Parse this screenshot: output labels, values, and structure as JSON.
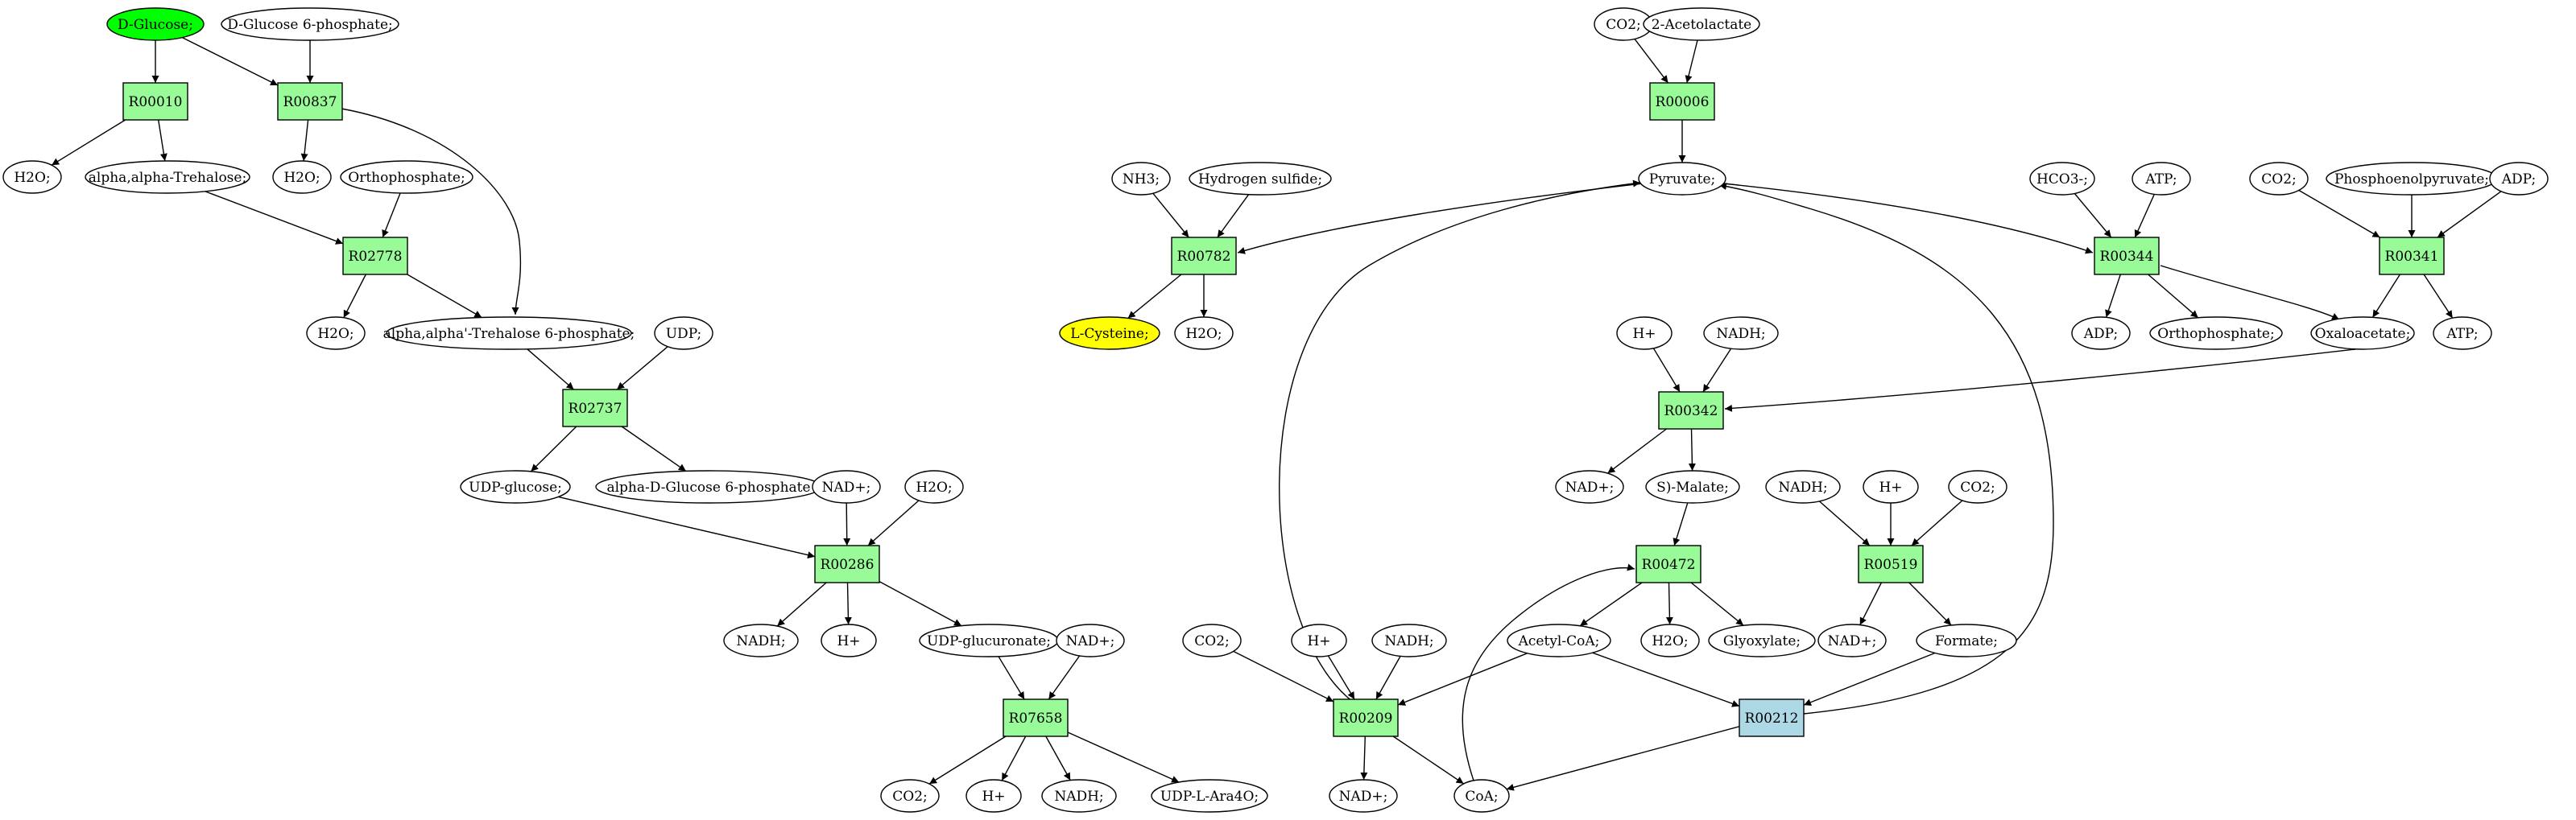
{
  "colors": {
    "reaction": "#98fb98",
    "reaction_highlight": "#add8e6",
    "compound": "#ffffff",
    "source_compound": "#00ff00",
    "target_compound": "#ffff00",
    "stroke": "#000000"
  },
  "nodes": [
    {
      "id": "n_dglucose",
      "label": "D-Glucose;",
      "kind": "compound",
      "color": "#00ff00"
    },
    {
      "id": "n_dg6p",
      "label": "D-Glucose 6-phosphate;",
      "kind": "compound"
    },
    {
      "id": "R00010",
      "label": "R00010",
      "kind": "reaction"
    },
    {
      "id": "R00837",
      "label": "R00837",
      "kind": "reaction"
    },
    {
      "id": "n_h2o_1",
      "label": "H2O;",
      "kind": "compound"
    },
    {
      "id": "n_trehalose",
      "label": "alpha,alpha-Trehalose;",
      "kind": "compound"
    },
    {
      "id": "n_h2o_2",
      "label": "H2O;",
      "kind": "compound"
    },
    {
      "id": "n_ortho_1",
      "label": "Orthophosphate;",
      "kind": "compound"
    },
    {
      "id": "R02778",
      "label": "R02778",
      "kind": "reaction"
    },
    {
      "id": "n_h2o_3",
      "label": "H2O;",
      "kind": "compound"
    },
    {
      "id": "n_t6p",
      "label": "alpha,alpha'-Trehalose 6-phosphate;",
      "kind": "compound"
    },
    {
      "id": "n_udp",
      "label": "UDP;",
      "kind": "compound"
    },
    {
      "id": "R02737",
      "label": "R02737",
      "kind": "reaction"
    },
    {
      "id": "n_udpglc",
      "label": "UDP-glucose;",
      "kind": "compound"
    },
    {
      "id": "n_adg6p",
      "label": "alpha-D-Glucose 6-phosphate",
      "kind": "compound"
    },
    {
      "id": "n_nadp_1",
      "label": "NAD+;",
      "kind": "compound"
    },
    {
      "id": "n_h2o_4",
      "label": "H2O;",
      "kind": "compound"
    },
    {
      "id": "R00286",
      "label": "R00286",
      "kind": "reaction"
    },
    {
      "id": "n_nadh_1",
      "label": "NADH;",
      "kind": "compound"
    },
    {
      "id": "n_hplus_1",
      "label": "H+",
      "kind": "compound"
    },
    {
      "id": "n_udpglcA",
      "label": "UDP-glucuronate;",
      "kind": "compound"
    },
    {
      "id": "n_nadp_2",
      "label": "NAD+;",
      "kind": "compound"
    },
    {
      "id": "R07658",
      "label": "R07658",
      "kind": "reaction"
    },
    {
      "id": "n_co2_1",
      "label": "CO2;",
      "kind": "compound"
    },
    {
      "id": "n_hplus_2",
      "label": "H+",
      "kind": "compound"
    },
    {
      "id": "n_nadh_2",
      "label": "NADH;",
      "kind": "compound"
    },
    {
      "id": "n_udpara",
      "label": "UDP-L-Ara4O;",
      "kind": "compound"
    },
    {
      "id": "n_co2_2",
      "label": "CO2;",
      "kind": "compound"
    },
    {
      "id": "n_acetolactate",
      "label": "2-Acetolactate",
      "kind": "compound"
    },
    {
      "id": "R00006",
      "label": "R00006",
      "kind": "reaction"
    },
    {
      "id": "n_pyruvate",
      "label": "Pyruvate;",
      "kind": "compound"
    },
    {
      "id": "n_nh3",
      "label": "NH3;",
      "kind": "compound"
    },
    {
      "id": "n_h2s",
      "label": "Hydrogen sulfide;",
      "kind": "compound"
    },
    {
      "id": "R00782",
      "label": "R00782",
      "kind": "reaction"
    },
    {
      "id": "n_lcys",
      "label": "L-Cysteine;",
      "kind": "compound",
      "color": "#ffff00"
    },
    {
      "id": "n_h2o_5",
      "label": "H2O;",
      "kind": "compound"
    },
    {
      "id": "n_hco3",
      "label": "HCO3-;",
      "kind": "compound"
    },
    {
      "id": "n_atp_1",
      "label": "ATP;",
      "kind": "compound"
    },
    {
      "id": "R00344",
      "label": "R00344",
      "kind": "reaction"
    },
    {
      "id": "n_adp_1",
      "label": "ADP;",
      "kind": "compound"
    },
    {
      "id": "n_ortho_2",
      "label": "Orthophosphate;",
      "kind": "compound"
    },
    {
      "id": "n_co2_3",
      "label": "CO2;",
      "kind": "compound"
    },
    {
      "id": "n_pep",
      "label": "Phosphoenolpyruvate;",
      "kind": "compound"
    },
    {
      "id": "n_adp_2",
      "label": "ADP;",
      "kind": "compound"
    },
    {
      "id": "R00341",
      "label": "R00341",
      "kind": "reaction"
    },
    {
      "id": "n_oaa",
      "label": "Oxaloacetate;",
      "kind": "compound"
    },
    {
      "id": "n_atp_2",
      "label": "ATP;",
      "kind": "compound"
    },
    {
      "id": "n_hplus_3",
      "label": "H+",
      "kind": "compound"
    },
    {
      "id": "n_nadh_3",
      "label": "NADH;",
      "kind": "compound"
    },
    {
      "id": "R00342",
      "label": "R00342",
      "kind": "reaction"
    },
    {
      "id": "n_nadp_3",
      "label": "NAD+;",
      "kind": "compound"
    },
    {
      "id": "n_smalate",
      "label": "S)-Malate;",
      "kind": "compound"
    },
    {
      "id": "R00472",
      "label": "R00472",
      "kind": "reaction"
    },
    {
      "id": "n_acetylcoa",
      "label": "Acetyl-CoA;",
      "kind": "compound"
    },
    {
      "id": "n_h2o_6",
      "label": "H2O;",
      "kind": "compound"
    },
    {
      "id": "n_glyoxylate",
      "label": "Glyoxylate;",
      "kind": "compound"
    },
    {
      "id": "n_nadh_4",
      "label": "NADH;",
      "kind": "compound"
    },
    {
      "id": "n_hplus_4",
      "label": "H+",
      "kind": "compound"
    },
    {
      "id": "n_co2_4",
      "label": "CO2;",
      "kind": "compound"
    },
    {
      "id": "R00519",
      "label": "R00519",
      "kind": "reaction"
    },
    {
      "id": "n_nadp_4",
      "label": "NAD+;",
      "kind": "compound"
    },
    {
      "id": "n_formate",
      "label": "Formate;",
      "kind": "compound"
    },
    {
      "id": "n_co2_5",
      "label": "CO2;",
      "kind": "compound"
    },
    {
      "id": "n_hplus_5",
      "label": "H+",
      "kind": "compound"
    },
    {
      "id": "n_nadh_5",
      "label": "NADH;",
      "kind": "compound"
    },
    {
      "id": "R00209",
      "label": "R00209",
      "kind": "reaction"
    },
    {
      "id": "R00212",
      "label": "R00212",
      "kind": "reaction",
      "color": "#add8e6"
    },
    {
      "id": "n_nadp_5",
      "label": "NAD+;",
      "kind": "compound"
    },
    {
      "id": "n_coa",
      "label": "CoA;",
      "kind": "compound"
    }
  ],
  "edges": [
    [
      "n_dglucose",
      "R00010"
    ],
    [
      "n_dglucose",
      "R00837"
    ],
    [
      "n_dg6p",
      "R00837"
    ],
    [
      "R00010",
      "n_h2o_1"
    ],
    [
      "R00010",
      "n_trehalose"
    ],
    [
      "R00837",
      "n_h2o_2"
    ],
    [
      "R00837",
      "n_t6p"
    ],
    [
      "n_trehalose",
      "R02778"
    ],
    [
      "n_ortho_1",
      "R02778"
    ],
    [
      "R02778",
      "n_h2o_3"
    ],
    [
      "R02778",
      "n_t6p"
    ],
    [
      "n_t6p",
      "R02737"
    ],
    [
      "n_udp",
      "R02737"
    ],
    [
      "R02737",
      "n_udpglc"
    ],
    [
      "R02737",
      "n_adg6p"
    ],
    [
      "n_udpglc",
      "R00286"
    ],
    [
      "n_nadp_1",
      "R00286"
    ],
    [
      "n_h2o_4",
      "R00286"
    ],
    [
      "R00286",
      "n_nadh_1"
    ],
    [
      "R00286",
      "n_hplus_1"
    ],
    [
      "R00286",
      "n_udpglcA"
    ],
    [
      "n_udpglcA",
      "R07658"
    ],
    [
      "n_nadp_2",
      "R07658"
    ],
    [
      "R07658",
      "n_co2_1"
    ],
    [
      "R07658",
      "n_hplus_2"
    ],
    [
      "R07658",
      "n_nadh_2"
    ],
    [
      "R07658",
      "n_udpara"
    ],
    [
      "n_co2_2",
      "R00006"
    ],
    [
      "n_acetolactate",
      "R00006"
    ],
    [
      "R00006",
      "n_pyruvate"
    ],
    [
      "n_pyruvate",
      "R00782"
    ],
    [
      "n_nh3",
      "R00782"
    ],
    [
      "n_h2s",
      "R00782"
    ],
    [
      "R00782",
      "n_lcys"
    ],
    [
      "R00782",
      "n_h2o_5"
    ],
    [
      "n_pyruvate",
      "R00344"
    ],
    [
      "n_hco3",
      "R00344"
    ],
    [
      "n_atp_1",
      "R00344"
    ],
    [
      "R00344",
      "n_adp_1"
    ],
    [
      "R00344",
      "n_ortho_2"
    ],
    [
      "R00344",
      "n_oaa"
    ],
    [
      "n_co2_3",
      "R00341"
    ],
    [
      "n_pep",
      "R00341"
    ],
    [
      "n_adp_2",
      "R00341"
    ],
    [
      "R00341",
      "n_oaa"
    ],
    [
      "R00341",
      "n_atp_2"
    ],
    [
      "n_oaa",
      "R00342"
    ],
    [
      "n_hplus_3",
      "R00342"
    ],
    [
      "n_nadh_3",
      "R00342"
    ],
    [
      "R00342",
      "n_nadp_3"
    ],
    [
      "R00342",
      "n_smalate"
    ],
    [
      "n_smalate",
      "R00472"
    ],
    [
      "n_coa",
      "R00472"
    ],
    [
      "R00472",
      "n_acetylcoa"
    ],
    [
      "R00472",
      "n_h2o_6"
    ],
    [
      "R00472",
      "n_glyoxylate"
    ],
    [
      "n_nadh_4",
      "R00519"
    ],
    [
      "n_hplus_4",
      "R00519"
    ],
    [
      "n_co2_4",
      "R00519"
    ],
    [
      "R00519",
      "n_nadp_4"
    ],
    [
      "R00519",
      "n_formate"
    ],
    [
      "n_co2_5",
      "R00209"
    ],
    [
      "n_hplus_5",
      "R00209"
    ],
    [
      "n_nadh_5",
      "R00209"
    ],
    [
      "n_acetylcoa",
      "R00209"
    ],
    [
      "R00209",
      "n_nadp_5"
    ],
    [
      "R00209",
      "n_coa"
    ],
    [
      "R00209",
      "n_pyruvate"
    ],
    [
      "n_acetylcoa",
      "R00212"
    ],
    [
      "n_formate",
      "R00212"
    ],
    [
      "R00212",
      "n_coa"
    ],
    [
      "R00212",
      "n_pyruvate"
    ]
  ]
}
